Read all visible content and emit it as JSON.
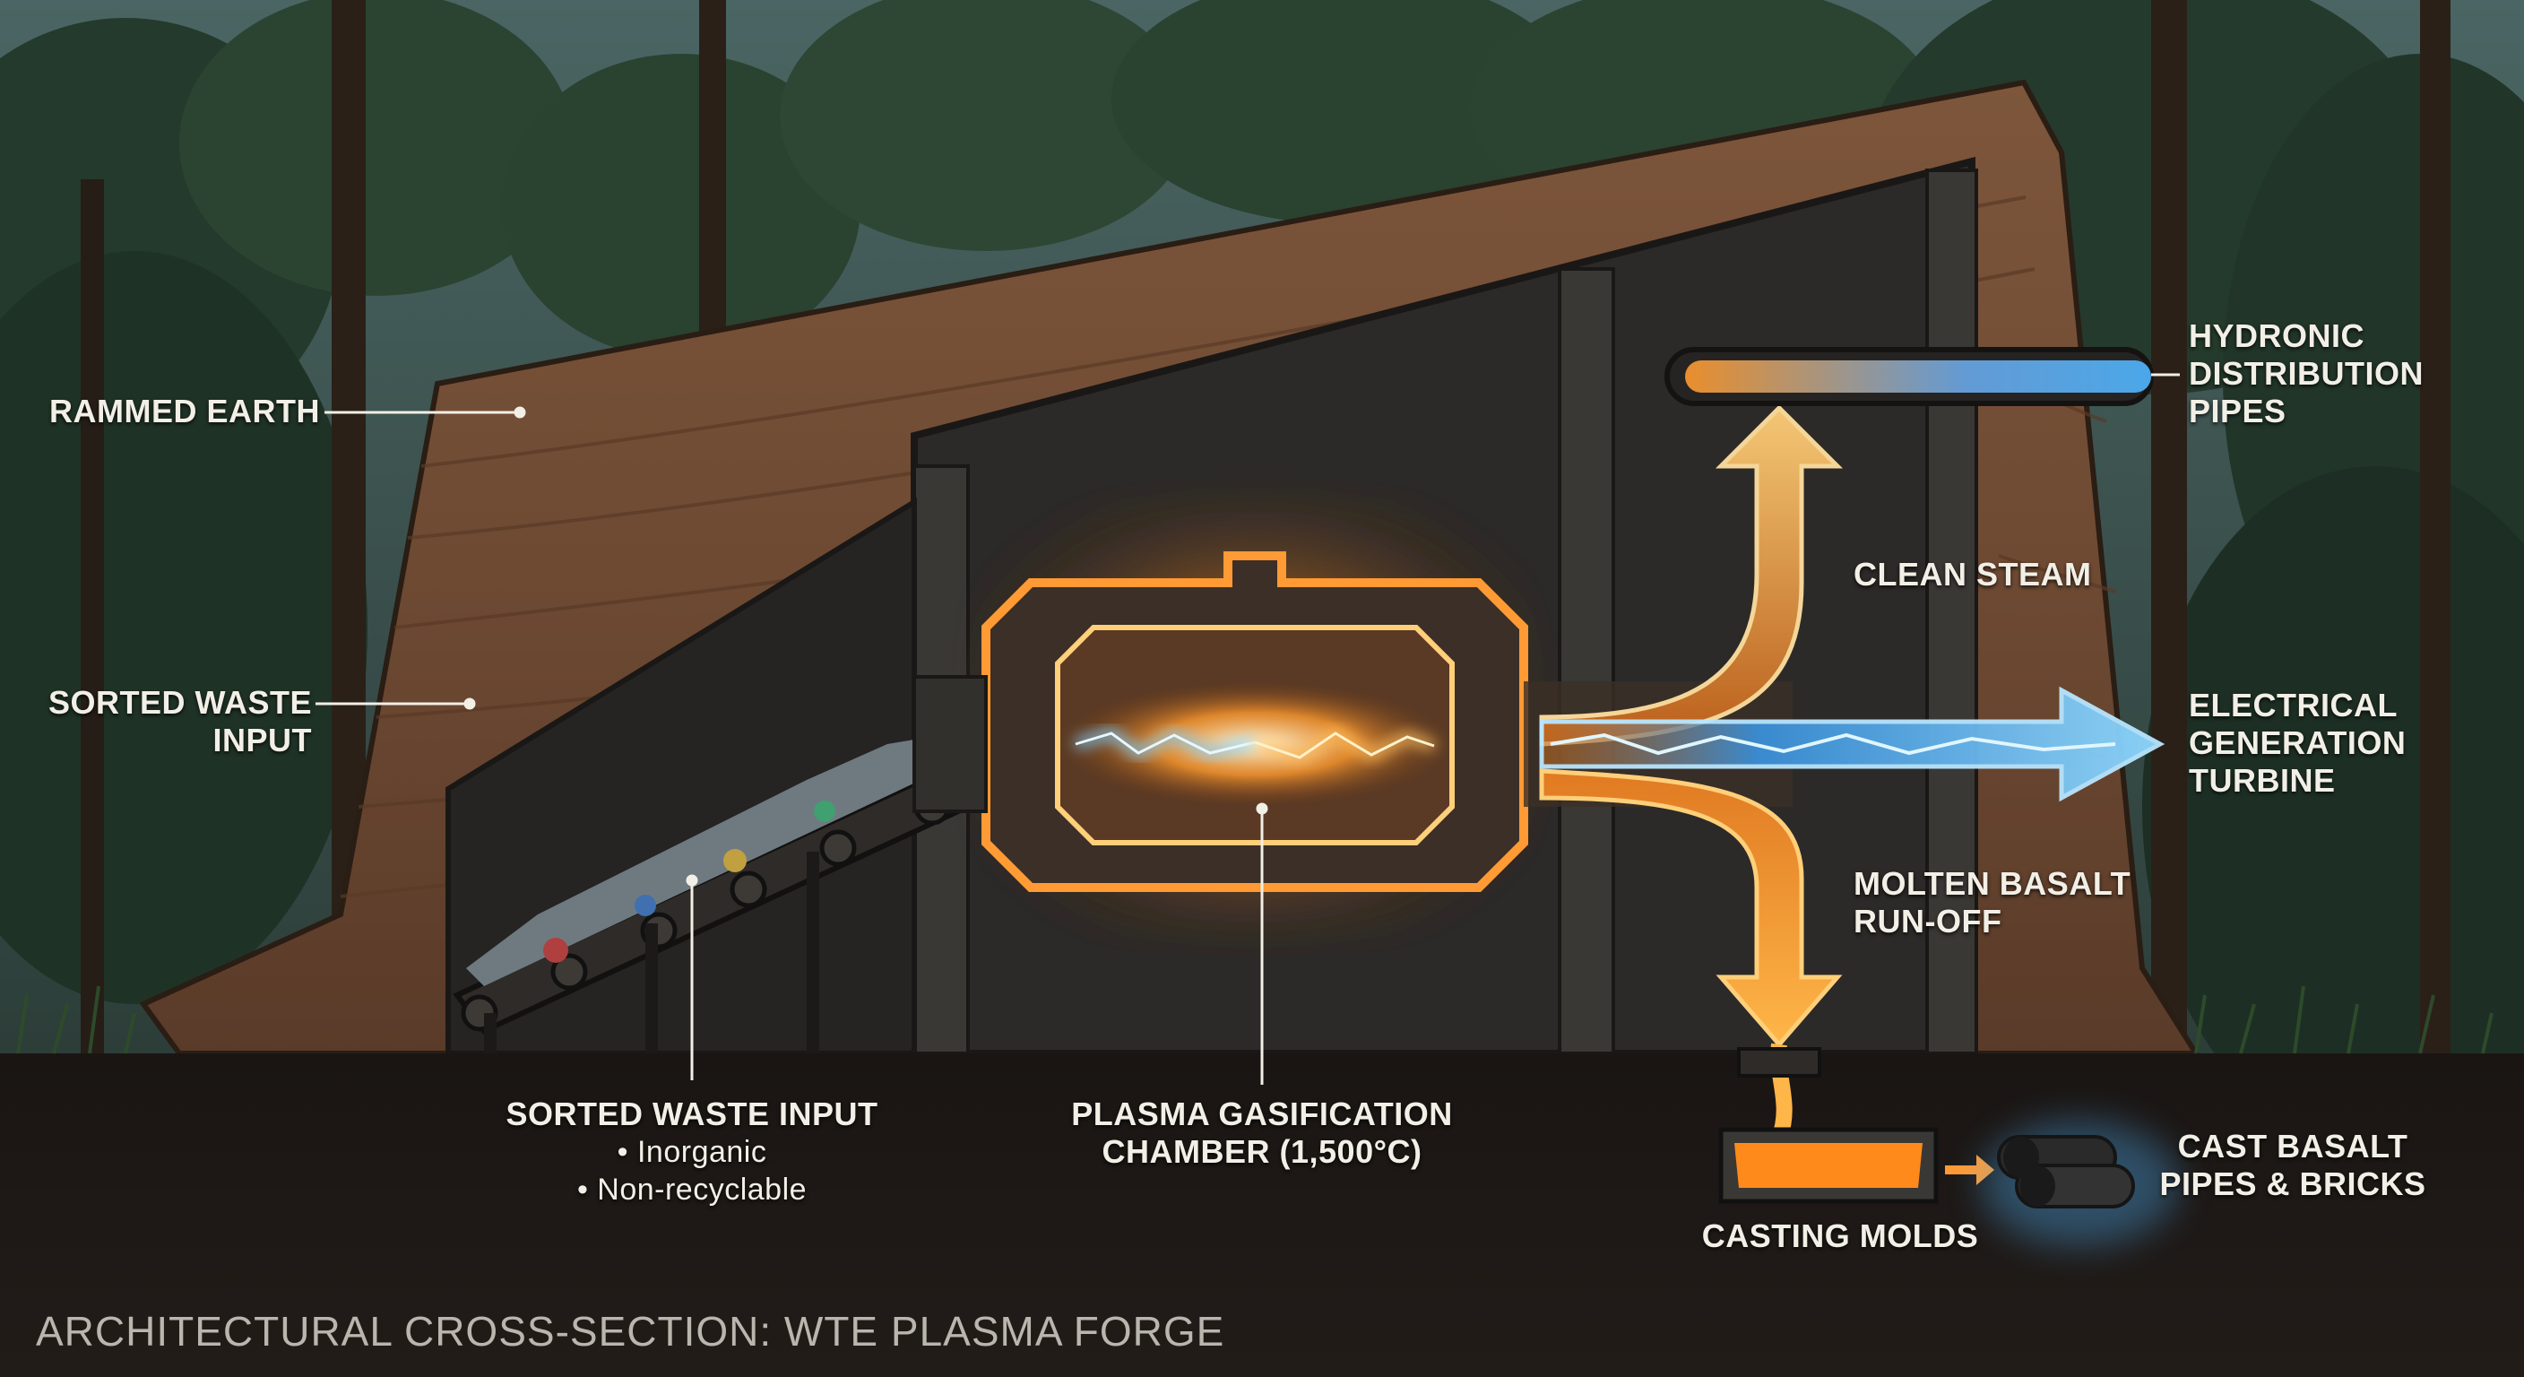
{
  "caption": "ARCHITECTURAL CROSS-SECTION: WTE PLASMA FORGE",
  "labels": {
    "rammed_earth": "RAMMED EARTH",
    "sorted_waste_side": [
      "SORTED WASTE",
      "INPUT"
    ],
    "sorted_waste_input": {
      "title": "SORTED WASTE INPUT",
      "items": [
        "• Inorganic",
        "• Non-recyclable"
      ]
    },
    "plasma_chamber": [
      "PLASMA GASIFICATION",
      "CHAMBER (1,500°C)"
    ],
    "clean_steam": "CLEAN STEAM",
    "hydronic": [
      "HYDRONIC",
      "DISTRIBUTION",
      "PIPES"
    ],
    "electrical": [
      "ELECTRICAL",
      "GENERATION",
      "TURBINE"
    ],
    "molten_basalt": [
      "MOLTEN BASALT",
      "RUN-OFF"
    ],
    "casting_molds": "CASTING MOLDS",
    "cast_basalt": [
      "CAST BASALT",
      "PIPES & BRICKS"
    ]
  },
  "colors": {
    "sky": "#3e5a5a",
    "earth": "#7a5238",
    "interior": "#2c2a28",
    "ground": "#141110",
    "plasma_orange": "#ffb040",
    "plasma_blue": "#4fb6ff",
    "molten": "#ff8a1c"
  }
}
